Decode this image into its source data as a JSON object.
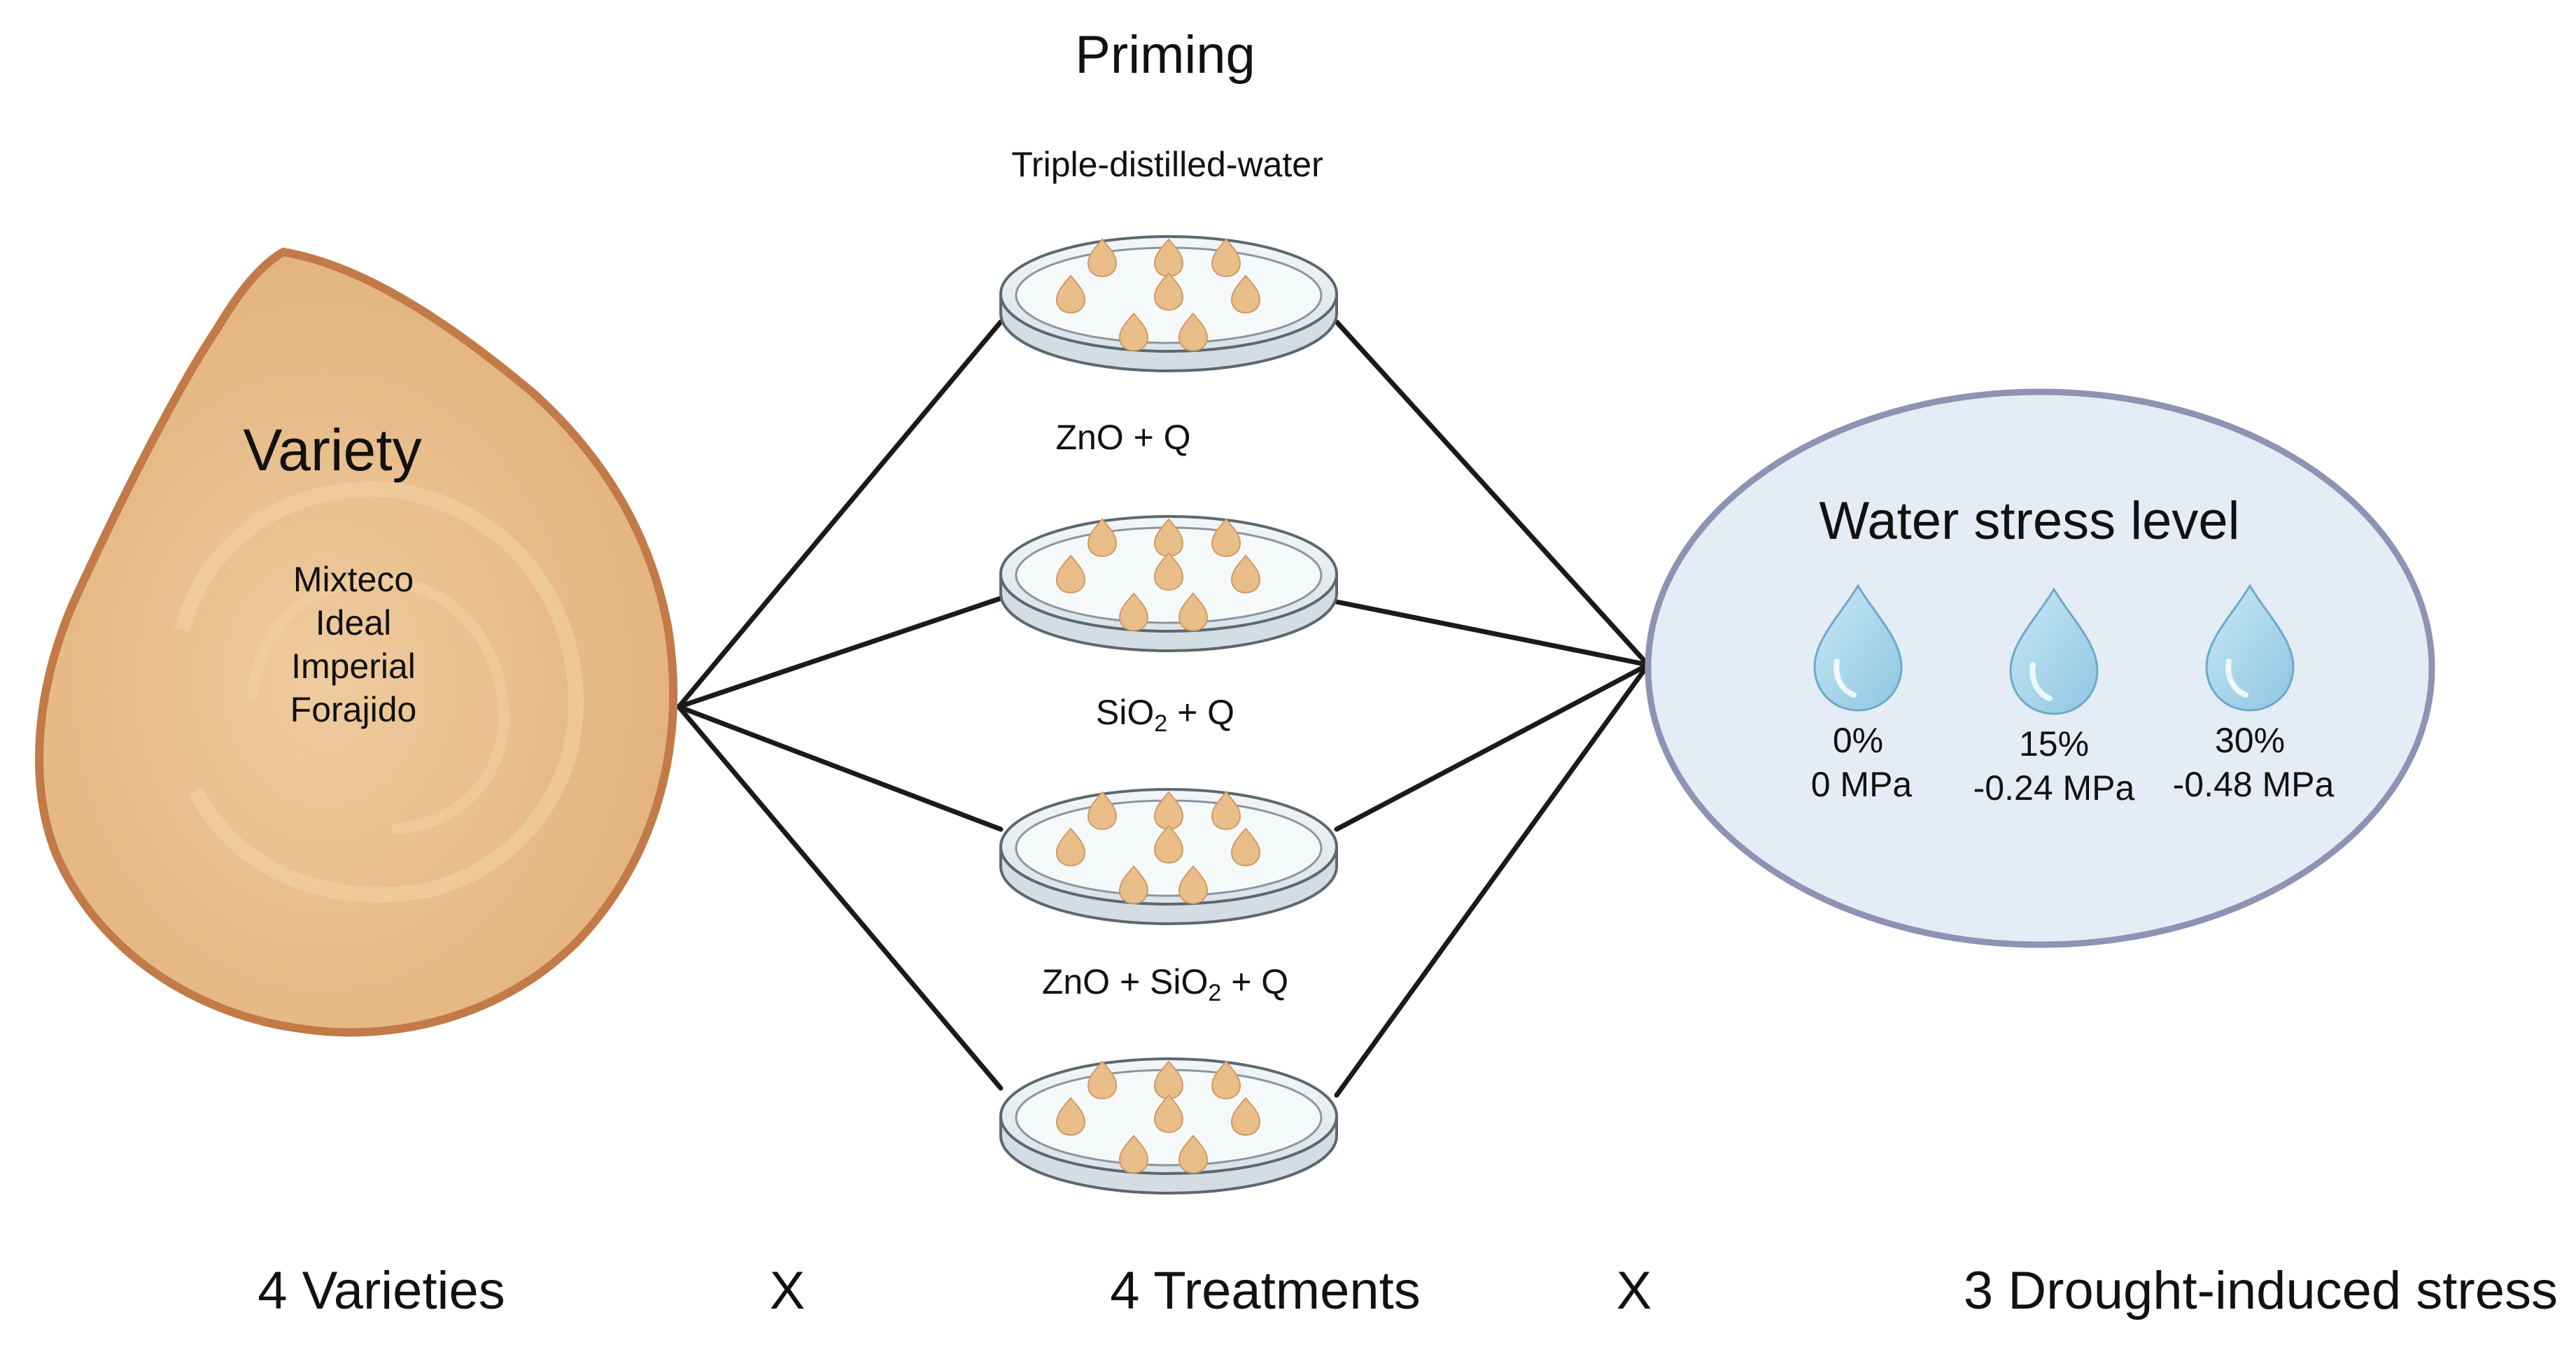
{
  "priming": {
    "title": "Priming",
    "treatments": [
      {
        "label": "Triple-distilled-water"
      },
      {
        "label": "ZnO + Q"
      },
      {
        "label_prefix": "SiO",
        "label_sub": "2",
        "label_suffix": " + Q"
      },
      {
        "label_prefix": "ZnO + SiO",
        "label_sub": "2",
        "label_suffix": " + Q"
      }
    ]
  },
  "variety": {
    "title": "Variety",
    "items": [
      "Mixteco",
      "Ideal",
      "Imperial",
      "Forajido"
    ]
  },
  "water_stress": {
    "title": "Water stress level",
    "levels": [
      {
        "percent": "0%",
        "pressure": "0 MPa"
      },
      {
        "percent": "15%",
        "pressure": "-0.24 MPa"
      },
      {
        "percent": "30%",
        "pressure": "-0.48 MPa"
      }
    ]
  },
  "footer": {
    "varieties": "4 Varieties",
    "times1": "X",
    "treatments": "4 Treatments",
    "times2": "X",
    "stress": "3 Drought-induced stress"
  },
  "colors": {
    "seed_fill": "#E9BE89",
    "seed_outline": "#C27A47",
    "dish_rim": "#E6EEF3",
    "ellipse_fill": "#E4ECF6",
    "ellipse_stroke": "#8C93B3",
    "drop_fill": "#A9D6EC"
  }
}
